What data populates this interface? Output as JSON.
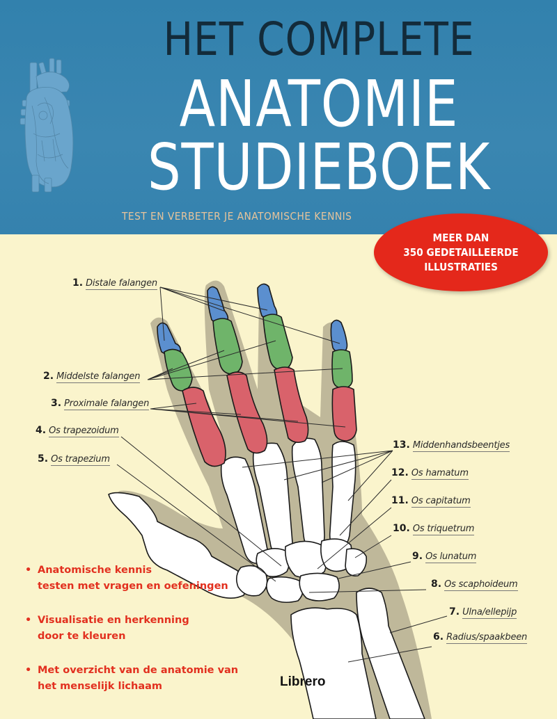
{
  "cover": {
    "title_line_1": "HET COMPLETE",
    "title_line_2": "ANATOMIE",
    "title_line_3": "STUDIEBOEK",
    "subtitle": "TEST EN VERBETER JE ANATOMISCHE KENNIS",
    "badge": {
      "line_1": "MEER DAN",
      "line_2": "350 GEDETAILLEERDE",
      "line_3": "ILLUSTRATIES"
    },
    "publisher": "Librero",
    "colors": {
      "header_blue": "#3582ae",
      "background_cream": "#faf4cc",
      "badge_red": "#e4281b",
      "distal_blue": "#5b8fcf",
      "middle_green": "#6fb46a",
      "proximal_red": "#d9626b",
      "shadow_grey": "#b9b497"
    }
  },
  "labels": [
    {
      "num": "1.",
      "name": "Distale falangen"
    },
    {
      "num": "2.",
      "name": "Middelste falangen"
    },
    {
      "num": "3.",
      "name": "Proximale falangen"
    },
    {
      "num": "4.",
      "name": "Os trapezoidum"
    },
    {
      "num": "5.",
      "name": "Os trapezium"
    },
    {
      "num": "6.",
      "name": "Radius/spaakbeen"
    },
    {
      "num": "7.",
      "name": "Ulna/ellepijp"
    },
    {
      "num": "8.",
      "name": "Os scaphoideum"
    },
    {
      "num": "9.",
      "name": "Os lunatum"
    },
    {
      "num": "10.",
      "name": "Os triquetrum"
    },
    {
      "num": "11.",
      "name": "Os capitatum"
    },
    {
      "num": "12.",
      "name": "Os hamatum"
    },
    {
      "num": "13.",
      "name": "Middenhandsbeentjes"
    }
  ],
  "bullets": [
    {
      "line_1": "Anatomische kennis",
      "line_2": "testen met vragen en oefeningen"
    },
    {
      "line_1": "Visualisatie en herkenning",
      "line_2": "door te kleuren"
    },
    {
      "line_1": "Met overzicht van de anatomie van",
      "line_2": "het menselijk lichaam"
    }
  ]
}
